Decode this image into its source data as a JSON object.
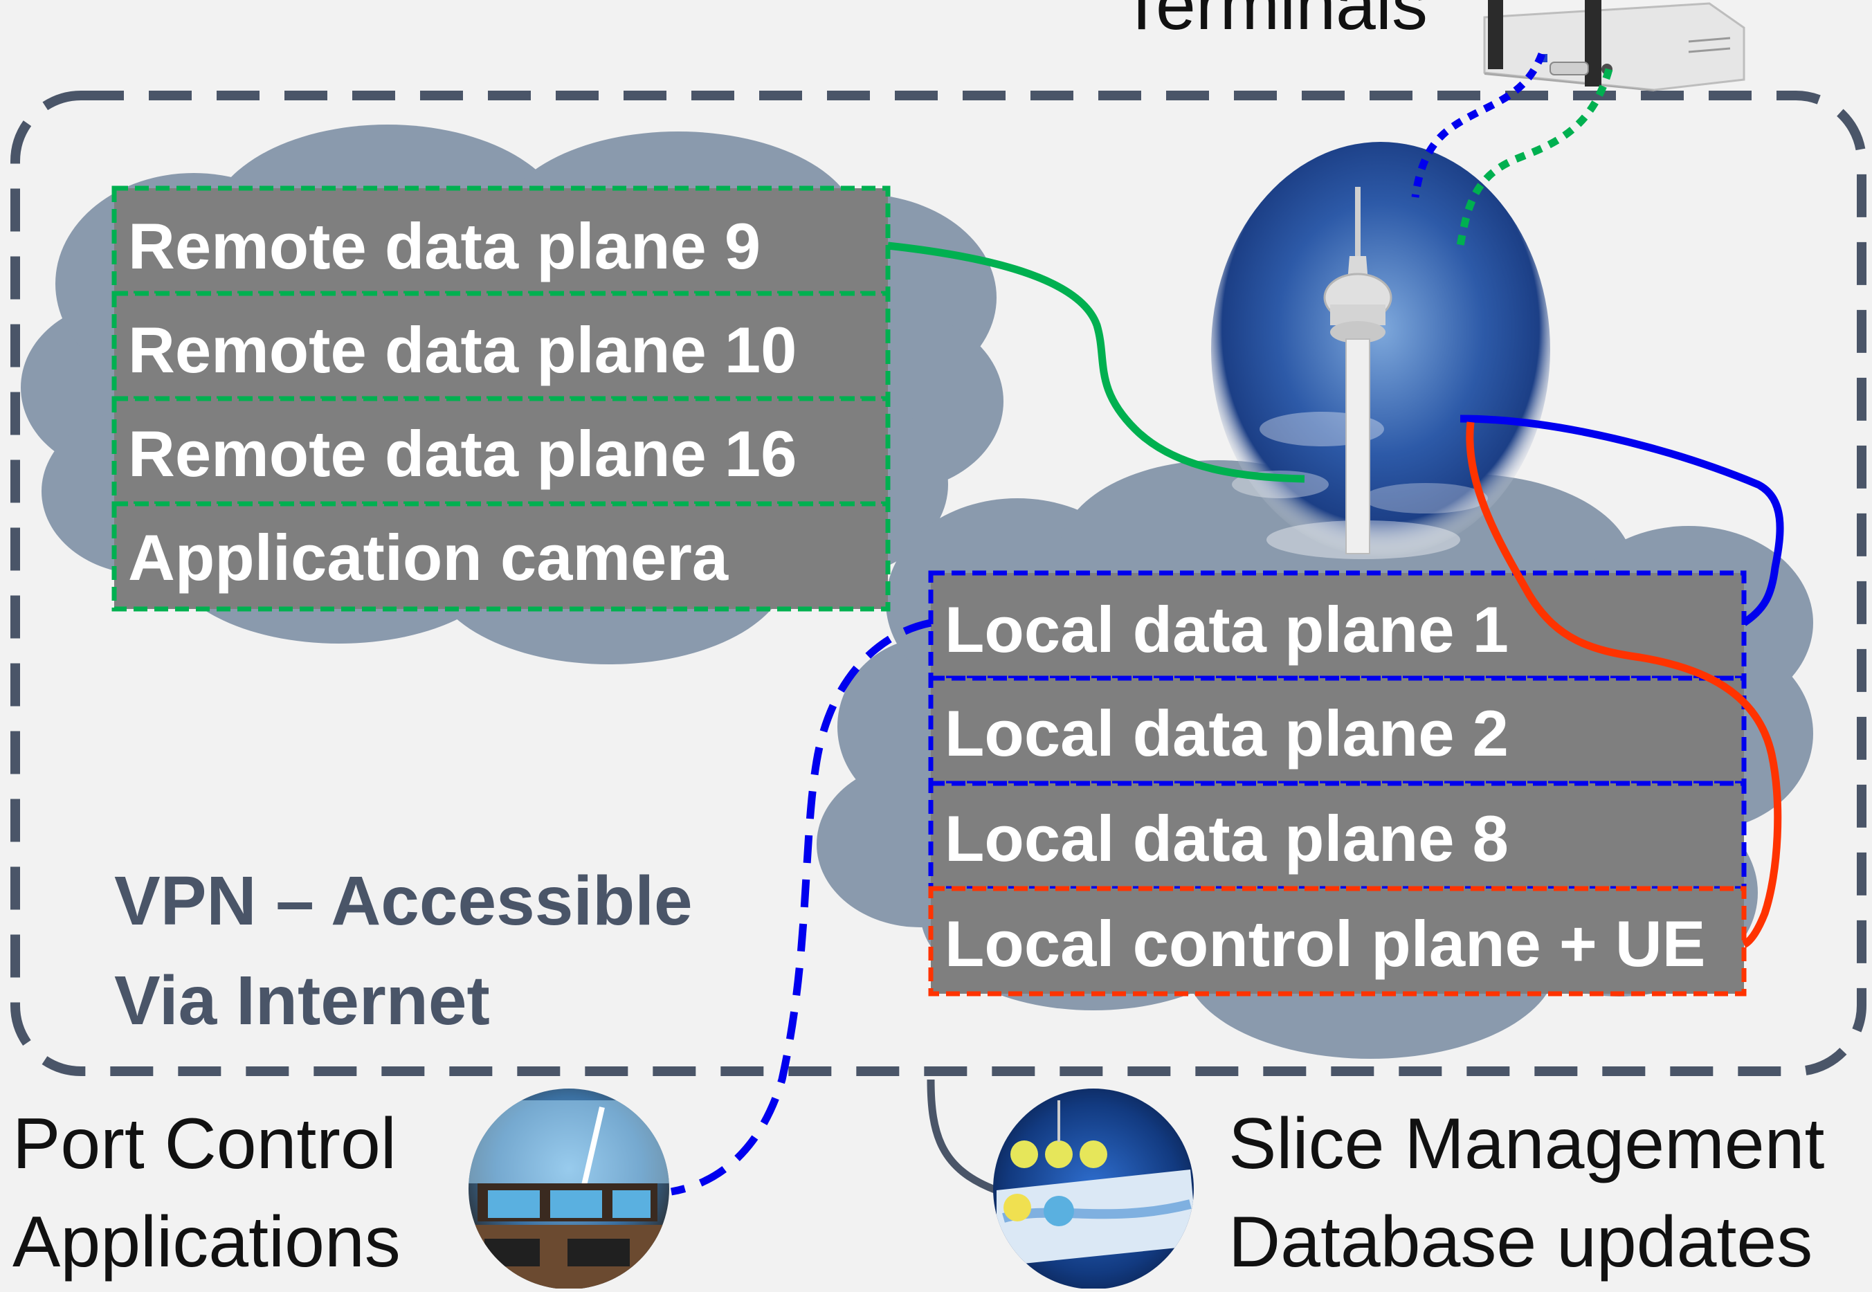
{
  "top": {
    "terminals_label": "Terminals"
  },
  "vpn": {
    "line1": "VPN – Accessible",
    "line2": "Via Internet"
  },
  "remote_boxes": [
    {
      "label": "Remote data plane 9"
    },
    {
      "label": "Remote data plane 10"
    },
    {
      "label": "Remote data plane 16"
    },
    {
      "label": "Application camera"
    }
  ],
  "local_boxes": [
    {
      "label": "Local data plane 1"
    },
    {
      "label": "Local data plane 2"
    },
    {
      "label": "Local data plane 8"
    },
    {
      "label": "Local control plane + UE"
    }
  ],
  "port_control": {
    "line1": "Port Control",
    "line2": "Applications"
  },
  "slice_management": {
    "line1": "Slice Management",
    "line2": "Database updates"
  },
  "colors": {
    "background": "#f2f2f2",
    "cloud": "#8a9aad",
    "box_fill": "#7f7f7f",
    "green": "#00b050",
    "blue": "#0000ee",
    "red": "#ff3300",
    "vpn_border": "#4a5568"
  }
}
